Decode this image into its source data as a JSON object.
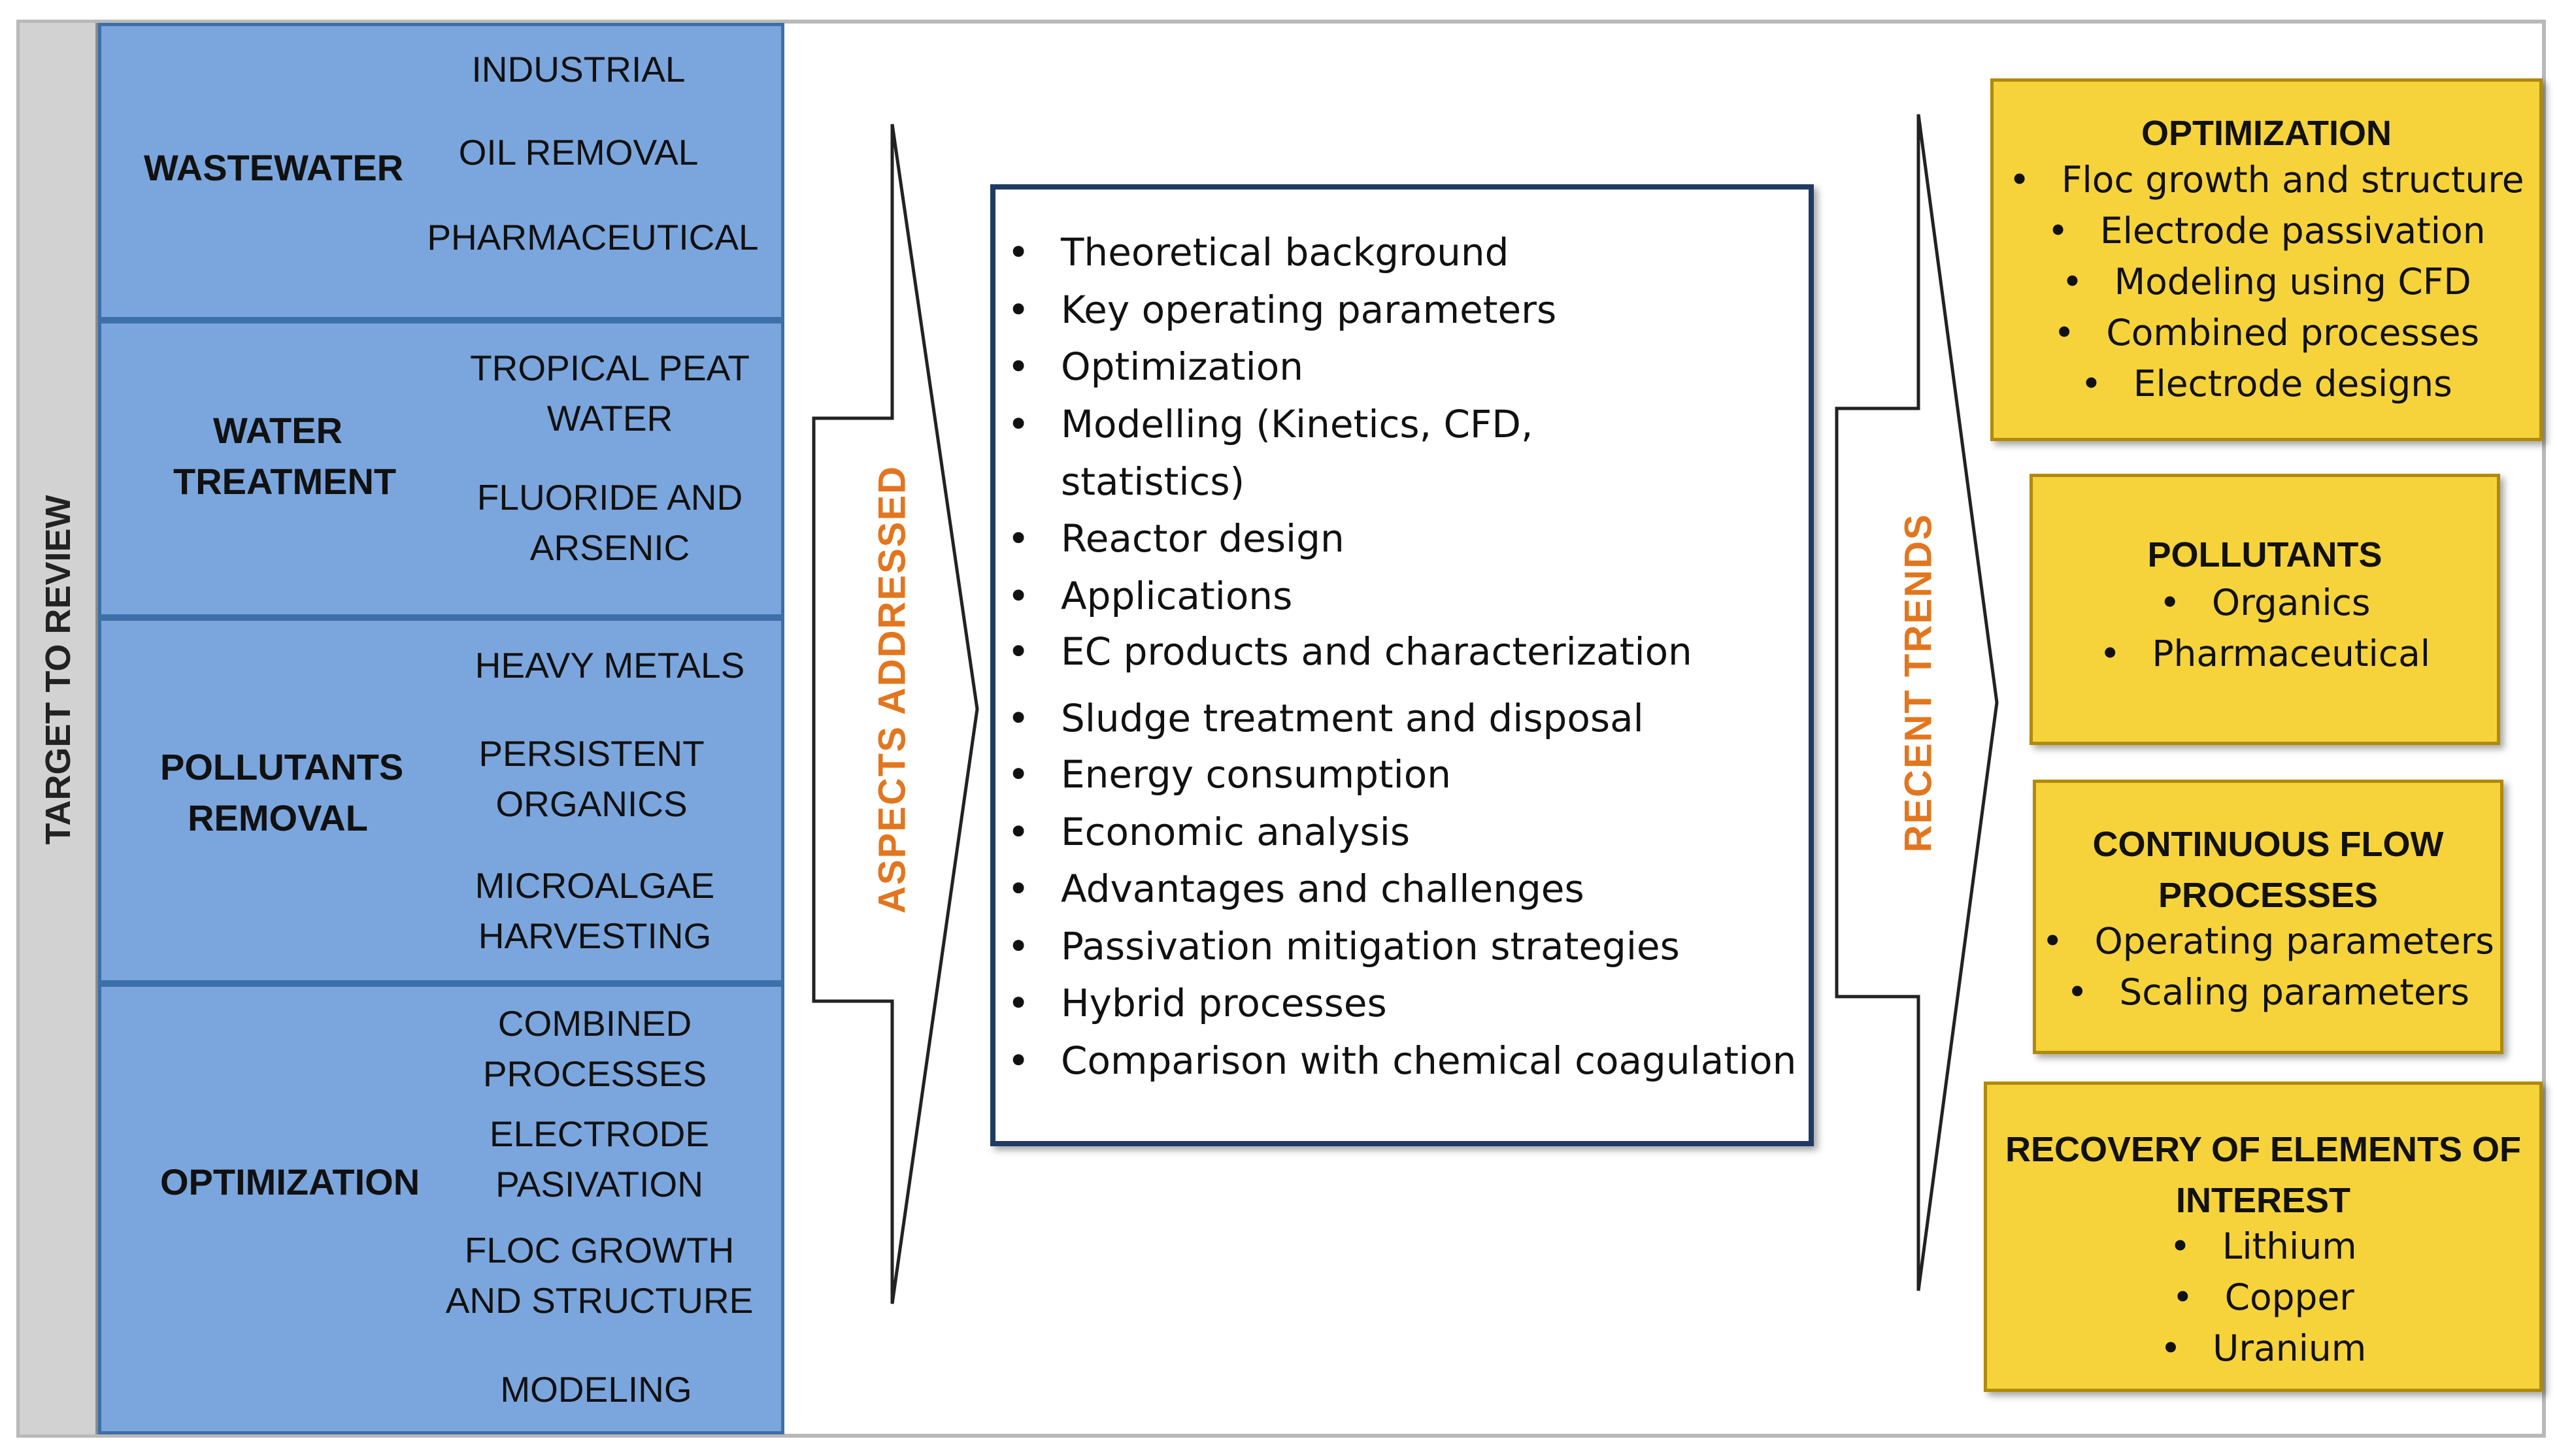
{
  "sidebar": {
    "label": "TARGET TO REVIEW"
  },
  "categories": [
    {
      "title": [
        "WASTEWATER"
      ],
      "items": [
        [
          "INDUSTRIAL"
        ],
        [
          "OIL REMOVAL"
        ],
        [
          "PHARMACEUTICAL"
        ]
      ]
    },
    {
      "title": [
        "WATER",
        "TREATMENT"
      ],
      "items": [
        [
          "TROPICAL PEAT",
          "WATER"
        ],
        [
          "FLUORIDE AND",
          "ARSENIC"
        ]
      ]
    },
    {
      "title": [
        "POLLUTANTS",
        "REMOVAL"
      ],
      "items": [
        [
          "HEAVY METALS"
        ],
        [
          "PERSISTENT",
          "ORGANICS"
        ],
        [
          "MICROALGAE",
          "HARVESTING"
        ]
      ]
    },
    {
      "title": [
        "OPTIMIZATION"
      ],
      "items": [
        [
          "COMBINED",
          "PROCESSES"
        ],
        [
          "ELECTRODE",
          "PASIVATION"
        ],
        [
          "FLOC GROWTH",
          "AND STRUCTURE"
        ],
        [
          "MODELING"
        ]
      ]
    }
  ],
  "aspects": {
    "arrow_label": "ASPECTS ADDRESSED",
    "items": [
      "Theoretical background",
      "Key operating parameters",
      "Optimization",
      "Modelling (Kinetics, CFD,",
      "statistics)",
      "Reactor design",
      "Applications",
      "EC products and characterization",
      "Sludge treatment and disposal",
      "Energy consumption",
      "Economic analysis",
      "Advantages and challenges",
      "Passivation mitigation strategies",
      "Hybrid processes",
      "Comparison with chemical coagulation"
    ]
  },
  "trends": {
    "arrow_label": "RECENT TRENDS",
    "boxes": [
      {
        "title": [
          "OPTIMIZATION"
        ],
        "items": [
          "Floc growth and structure",
          "Electrode passivation",
          "Modeling using CFD",
          "Combined processes",
          "Electrode designs"
        ]
      },
      {
        "title": [
          "POLLUTANTS"
        ],
        "items": [
          "Organics",
          "Pharmaceutical"
        ]
      },
      {
        "title": [
          "CONTINUOUS FLOW",
          "PROCESSES"
        ],
        "items": [
          "Operating parameters",
          "Scaling parameters"
        ]
      },
      {
        "title": [
          "RECOVERY OF ELEMENTS OF",
          "INTEREST"
        ],
        "items": [
          "Lithium",
          "Copper",
          "Uranium"
        ]
      }
    ]
  },
  "colors": {
    "category_fill": "#7ba6dd",
    "category_border": "#3d6fa8",
    "trend_fill": "#f6d33b",
    "arrow_label": "#e2761f",
    "aspects_border": "#1f3b63"
  }
}
